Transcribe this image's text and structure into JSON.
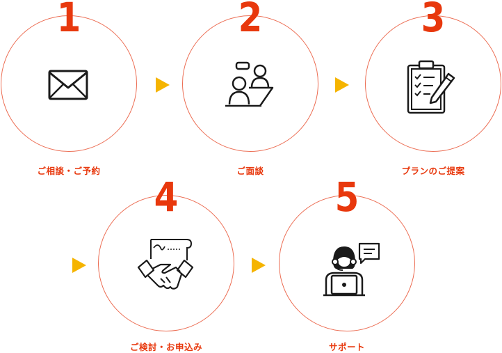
{
  "colors": {
    "accent": "#e8380d",
    "circle": "#ec6d53",
    "arrow": "#f5b400",
    "icon": "#1a1a1a"
  },
  "steps": [
    {
      "number": "1",
      "label": "ご相談・ご予約",
      "icon": "envelope-icon"
    },
    {
      "number": "2",
      "label": "ご面談",
      "icon": "meeting-icon"
    },
    {
      "number": "3",
      "label": "プランのご提案",
      "icon": "clipboard-pen-icon"
    },
    {
      "number": "4",
      "label": "ご検討・お申込み",
      "icon": "handshake-contract-icon"
    },
    {
      "number": "5",
      "label": "サポート",
      "icon": "support-operator-icon"
    }
  ]
}
